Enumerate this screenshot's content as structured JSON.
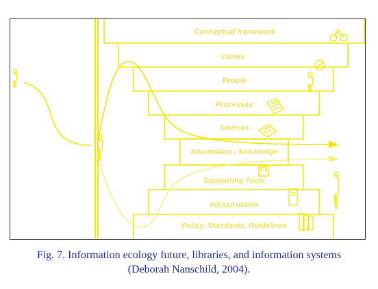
{
  "diagram": {
    "layers": [
      "Conceptual framework",
      "Values",
      "People",
      "Processes",
      "Sources",
      "Information - knowledge",
      "Supporting Tools",
      "Infrastructure",
      "Policy, Standards, Guidelines"
    ],
    "colors": {
      "line": "#f5e300",
      "label": "#f0e060",
      "frame": "#222222",
      "caption": "#1a2a8a"
    },
    "icons": [
      "bicycle-icon",
      "compass-icon",
      "person-icon",
      "document-icon",
      "book-icon",
      "disk-icon",
      "computer-tower-icon",
      "binders-icon",
      "tall-person-icon"
    ]
  },
  "caption": {
    "line1": "Fig. 7. Information ecology future, libraries, and information systems",
    "line2": "(Deborah Nanschild, 2004)."
  }
}
